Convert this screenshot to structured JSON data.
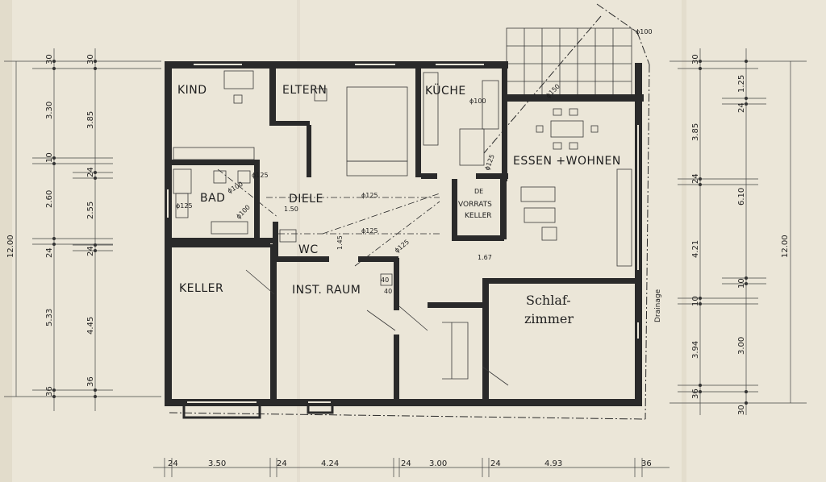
{
  "rooms": {
    "kind": "KIND",
    "eltern": "ELTERN",
    "kueche": "KÜCHE",
    "essen_wohnen": "ESSEN +WOHNEN",
    "bad": "BAD",
    "diele": "DIELE",
    "vorrats_keller_line1": "DE",
    "vorrats_keller_line2": "VORRATS",
    "vorrats_keller_line3": "KELLER",
    "wc": "WC",
    "keller": "KELLER",
    "inst_raum": "INST. RAUM",
    "schlafzimmer_line1": "Schlaf-",
    "schlafzimmer_line2": "zimmer",
    "drainage": "Drainage"
  },
  "annotations": {
    "phi100_top": "ϕ100",
    "phi150": "ϕ150",
    "phi100_kueche": "ϕ100",
    "phi125_kueche": "ϕ125",
    "phi125_bad_top": "ϕ125",
    "phi100_bad": "ϕ100",
    "phi125_bad_left": "ϕ125",
    "phi100_bad_lower": "ϕ100",
    "phi125_diele": "ϕ125",
    "phi125_diele_lower": "ϕ125",
    "phi125_diag": "ϕ125",
    "d150": "1.50",
    "d145": "1.45",
    "d167": "1.67",
    "d40": "40",
    "d40b": "40"
  },
  "dims_left_outer": [
    "30",
    "3.30",
    "10",
    "2.60",
    "24",
    "5.33",
    "36"
  ],
  "dims_left_inner": [
    "30",
    "3.85",
    "24",
    "2.55",
    "24",
    "4.45",
    "36"
  ],
  "dims_left_total": "12.00",
  "dims_right_inner": [
    "30",
    "3.85",
    "24",
    "4.21",
    "10",
    "3.94",
    "36"
  ],
  "dims_right_mid": [
    "1.25",
    "24",
    "6.10",
    "10",
    "3.00",
    "30"
  ],
  "dims_right_total": "12.00",
  "dims_bottom": [
    "24",
    "3.50",
    "24",
    "4.24",
    "24",
    "3.00",
    "24",
    "4.93",
    "36"
  ]
}
